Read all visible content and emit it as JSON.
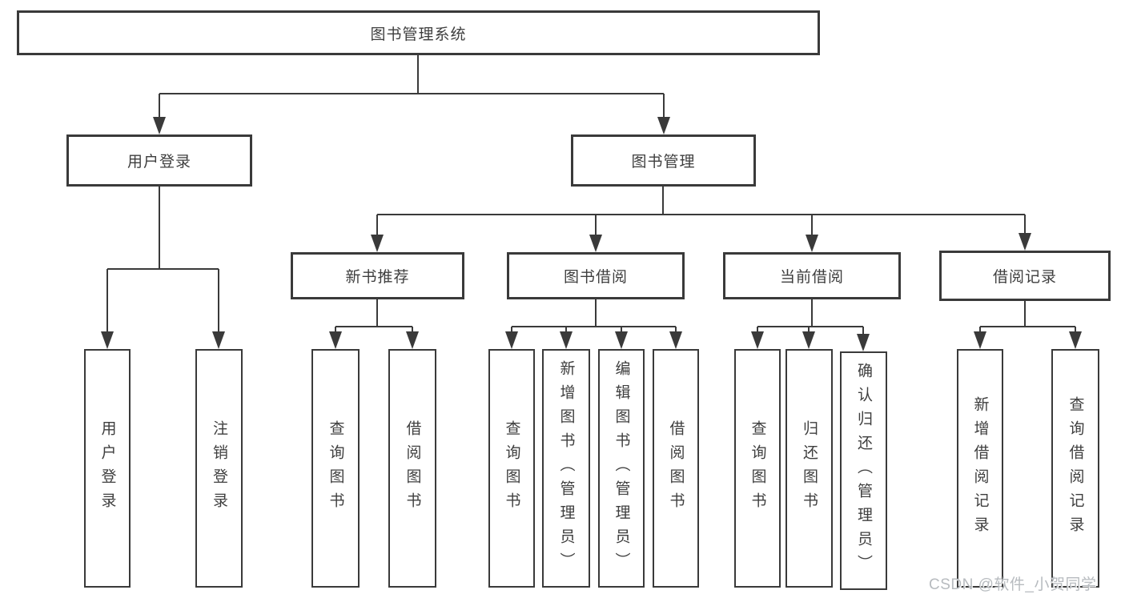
{
  "root": {
    "label": "图书管理系统"
  },
  "level2": [
    {
      "label": "用户登录"
    },
    {
      "label": "图书管理"
    }
  ],
  "level3": [
    {
      "label": "新书推荐"
    },
    {
      "label": "图书借阅"
    },
    {
      "label": "当前借阅"
    },
    {
      "label": "借阅记录"
    }
  ],
  "leaves": {
    "user_login": [
      "用户登录",
      "注销登录"
    ],
    "new_book": [
      "查询图书",
      "借阅图书"
    ],
    "book_borrow": [
      "查询图书",
      "新增图书（管理员）",
      "编辑图书（管理员）",
      "借阅图书"
    ],
    "current_borrow": [
      "查询图书",
      "归还图书",
      "确认归还（管理员）"
    ],
    "borrow_records": [
      "新增借阅记录",
      "查询借阅记录"
    ]
  },
  "watermark": "CSDN @软件_小贺同学",
  "colors": {
    "line": "#3a3a3a",
    "text": "#3e3e3e",
    "watermark": "#b7bbbf",
    "background": "#ffffff"
  }
}
